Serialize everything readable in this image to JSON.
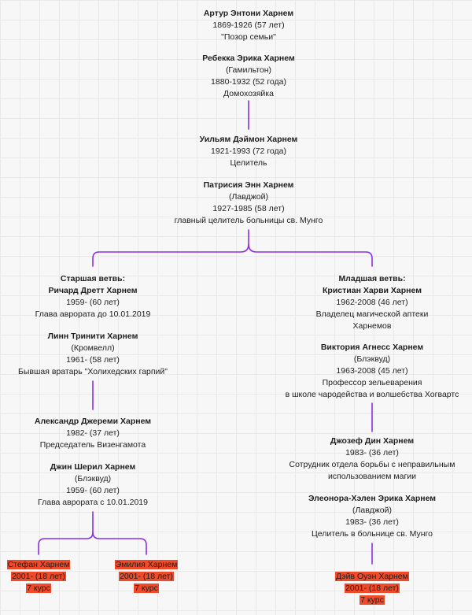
{
  "colors": {
    "connector": "#8b2ee6",
    "highlight": "#ef4a2a"
  },
  "gen1": {
    "husband": {
      "name": "Артур Энтони Харнем",
      "years": "1869-1926 (57 лет)",
      "note": "\"Позор семьи\""
    },
    "wife": {
      "name": "Ребекка Эрика Харнем",
      "maiden": "(Гамильтон)",
      "years": "1880-1932 (52 года)",
      "note": "Домохозяйка"
    }
  },
  "gen2": {
    "husband": {
      "name": "Уильям Дэймон Харнем",
      "years": "1921-1993 (72 года)",
      "note": "Целитель"
    },
    "wife": {
      "name": "Патрисия Энн Харнем",
      "maiden": "(Лавджой)",
      "years": "1927-1985 (58 лет)",
      "note": "главный целитель больницы св. Мунго"
    }
  },
  "senior": {
    "branch": "Старшая ветвь:",
    "husband": {
      "name": "Ричард Дретт Харнем",
      "years": "1959- (60 лет)",
      "note": "Глава аврората до 10.01.2019"
    },
    "wife": {
      "name": "Линн Тринити Харнем",
      "maiden": "(Кромвелл)",
      "years": "1961- (58 лет)",
      "note": "Бывшая вратарь \"Холихедских гарпий\""
    },
    "son": {
      "name": "Александр Джереми Харнем",
      "years": "1982- (37 лет)",
      "note": "Председатель Визенгамота"
    },
    "son_wife": {
      "name": "Джин Шерил Харнем",
      "maiden": "(Блэквуд)",
      "years": "1959- (60 лет)",
      "note": "Глава аврората с 10.01.2019"
    },
    "children": [
      {
        "name": "Стефан Харнем",
        "years": "2001- (18 лет)",
        "course": "7 курс"
      },
      {
        "name": "Эмилия Харнем",
        "years": "2001- (18 лет)",
        "course": "7 курс"
      }
    ]
  },
  "junior": {
    "branch": "Младшая ветвь:",
    "husband": {
      "name": "Кристиан Харви Харнем",
      "years": "1962-2008 (46 лет)",
      "note1": "Владелец магической аптеки",
      "note2": "Харнемов"
    },
    "wife": {
      "name": "Виктория Агнесс Харнем",
      "maiden": "(Блэквуд)",
      "years": "1963-2008 (45 лет)",
      "note1": "Профессор зельеварения",
      "note2": "в школе чародейства и волшебства Хогвартс"
    },
    "son": {
      "name": "Джозеф Дин Харнем",
      "years": "1983- (36 лет)",
      "note1": "Сотрудник отдела борьбы с неправильным",
      "note2": "использованием магии"
    },
    "son_wife": {
      "name": "Элеонора-Хэлен Эрика Харнем",
      "maiden": "(Лавджой)",
      "years": "1983- (36 лет)",
      "note": "Целитель в больнице св. Мунго"
    },
    "children": [
      {
        "name": "Дэйв Оуэн Харнем",
        "years": "2001- (18 лет)",
        "course": "7 курс"
      }
    ]
  }
}
